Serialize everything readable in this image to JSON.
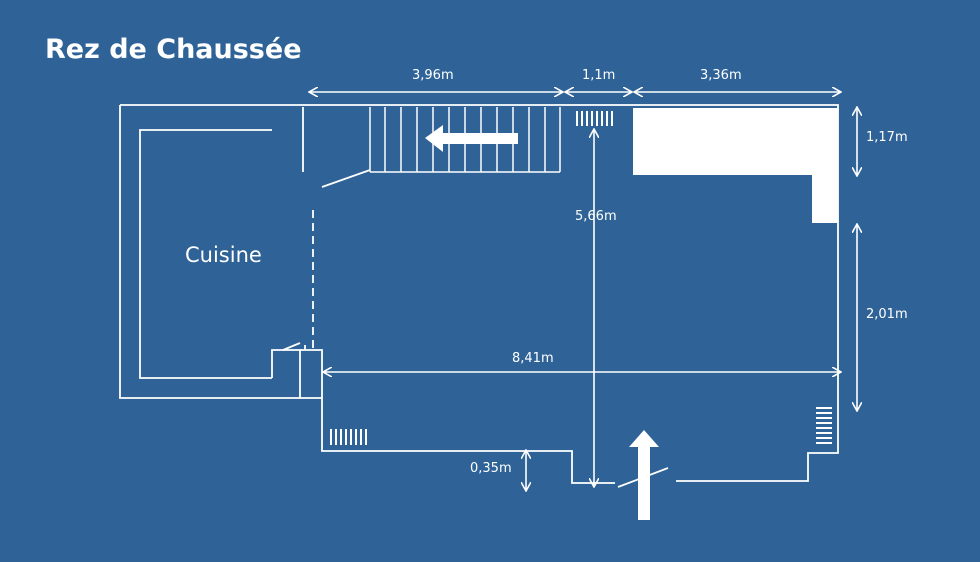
{
  "title": "Rez de Chaussée",
  "rooms": {
    "kitchen": "Cuisine"
  },
  "dimensions": {
    "stairs_width": "3,96m",
    "gap_width": "1,1m",
    "block_width": "3,36m",
    "block_height": "1,17m",
    "right_height": "2,01m",
    "center_height": "5,66m",
    "total_width": "8,41m",
    "step_height": "0,35m"
  },
  "colors": {
    "background": "#2f6397",
    "lines": "#ffffff"
  },
  "icons": {
    "stairs_arrow": "arrow-left-icon",
    "entrance_arrow": "arrow-up-icon",
    "vents": "radiator-icon"
  }
}
